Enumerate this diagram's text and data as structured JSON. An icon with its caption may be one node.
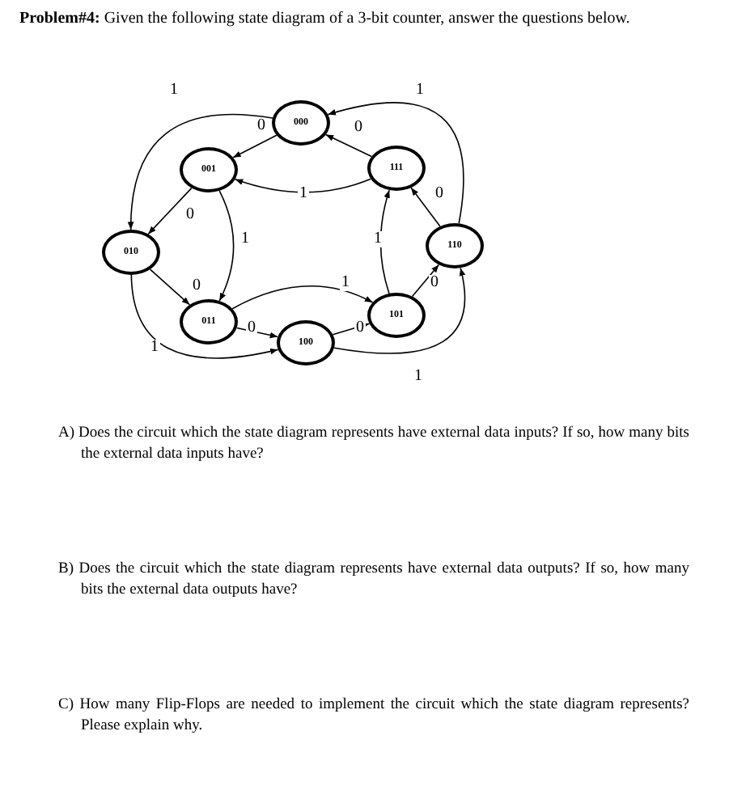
{
  "diagram": {
    "title": "**Problem#4:** Given the following state diagram of a 3-bit counter, answer the questions below.",
    "nodes": [
      {
        "text": [
          "000"
        ]
      },
      {
        "text": [
          "001"
        ]
      },
      {
        "text": [
          "010"
        ]
      },
      {
        "text": [
          "011"
        ]
      },
      {
        "text": [
          "100"
        ]
      },
      {
        "text": [
          "101"
        ]
      },
      {
        "text": [
          "110"
        ]
      },
      {
        "text": [
          "111"
        ]
      }
    ],
    "edges": [
      {
        "from": 0,
        "to": 1,
        "arrow": "to",
        "label": "0"
      },
      {
        "from": 0,
        "to": 2,
        "arrow": "to",
        "label": "1"
      },
      {
        "from": 1,
        "to": 2,
        "arrow": "to",
        "label": "0"
      },
      {
        "from": 1,
        "to": 3,
        "arrow": "to",
        "label": "1"
      },
      {
        "from": 2,
        "to": 3,
        "arrow": "to",
        "label": "0"
      },
      {
        "from": 2,
        "to": 4,
        "arrow": "to",
        "label": "1"
      },
      {
        "from": 3,
        "to": 4,
        "arrow": "to",
        "label": "0"
      },
      {
        "from": 3,
        "to": 5,
        "arrow": "to",
        "label": "1"
      },
      {
        "from": 4,
        "to": 5,
        "arrow": "to",
        "label": "0"
      },
      {
        "from": 4,
        "to": 6,
        "arrow": "to",
        "label": "1"
      },
      {
        "from": 5,
        "to": 6,
        "arrow": "to",
        "label": "0"
      },
      {
        "from": 5,
        "to": 7,
        "arrow": "to",
        "label": "1"
      },
      {
        "from": 6,
        "to": 7,
        "arrow": "to",
        "label": "0"
      },
      {
        "from": 6,
        "to": 0,
        "arrow": "to",
        "label": "1"
      },
      {
        "from": 7,
        "to": 0,
        "arrow": "to",
        "label": "0"
      },
      {
        "from": 7,
        "to": 1,
        "arrow": "to",
        "label": "1"
      }
    ],
    "labels": [
      "A) Does the circuit which the state diagram represents have external data inputs? If so, how many bits the external data inputs have?",
      "B) Does the circuit which the state diagram represents have external data outputs? If so, how many bits the external data outputs have?",
      "C) How many Flip-Flops are needed to implement the circuit which the state diagram represents? Please explain why."
    ]
  }
}
